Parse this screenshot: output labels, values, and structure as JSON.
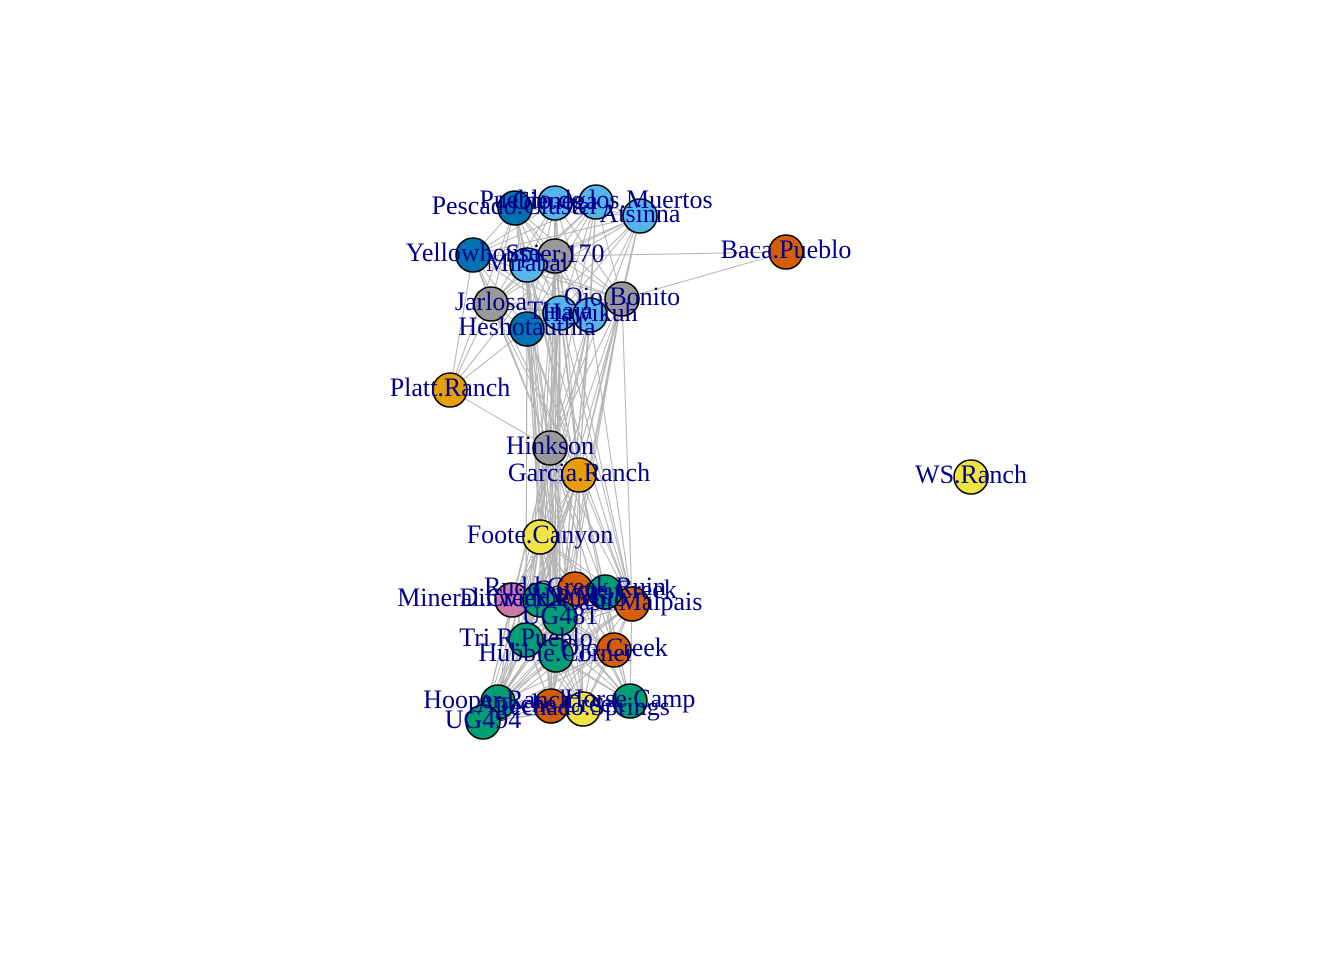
{
  "network": {
    "label_color": "#00008b",
    "edge_color": "#b3b3b3",
    "nodes": [
      {
        "id": "Pueblo.de.los.Muertos",
        "label": "Pueblo.de.los.Muertos",
        "color": "#56b4e9"
      },
      {
        "id": "Pescado.Cluster",
        "label": "Pescado.Cluster",
        "color": "#0072b2"
      },
      {
        "id": "Cienega",
        "label": "Cienega",
        "color": "#56b4e9"
      },
      {
        "id": "Atsinna",
        "label": "Atsinna",
        "color": "#56b4e9"
      },
      {
        "id": "Spier.170",
        "label": "Spier.170",
        "color": "#999999"
      },
      {
        "id": "Yellowhouse",
        "label": "Yellowhouse",
        "color": "#0072b2"
      },
      {
        "id": "Ojo.Bonito",
        "label": "Ojo.Bonito",
        "color": "#999999"
      },
      {
        "id": "Mirabal",
        "label": "Mirabal",
        "color": "#56b4e9"
      },
      {
        "id": "Jarlosa",
        "label": "Jarlosa",
        "color": "#999999"
      },
      {
        "id": "Tinaja",
        "label": "Tinaja",
        "color": "#56b4e9"
      },
      {
        "id": "Hawikuh",
        "label": "Hawikuh",
        "color": "#56b4e9"
      },
      {
        "id": "Heshotauthla",
        "label": "Heshotauthla",
        "color": "#0072b2"
      },
      {
        "id": "Baca.Pueblo",
        "label": "Baca.Pueblo",
        "color": "#d55e00"
      },
      {
        "id": "Platt.Ranch",
        "label": "Platt.Ranch",
        "color": "#e69f00"
      },
      {
        "id": "Hinkson",
        "label": "Hinkson",
        "color": "#999999"
      },
      {
        "id": "Garcia.Ranch",
        "label": "Garcia.Ranch",
        "color": "#e69f00"
      },
      {
        "id": "WS.Ranch",
        "label": "WS.Ranch",
        "color": "#f0e442"
      },
      {
        "id": "Foote.Canyon",
        "label": "Foote.Canyon",
        "color": "#f0e442"
      },
      {
        "id": "Rudd.Creek.Ruin",
        "label": "Rudd.Creek.Ruin",
        "color": "#d55e00"
      },
      {
        "id": "Mineral.Creek.Pueblo",
        "label": "Mineral.Creek.Pueblo",
        "color": "#cc79a7"
      },
      {
        "id": "Casa.Malpais",
        "label": "Casa.Malpais",
        "color": "#d55e00"
      },
      {
        "id": "Coyote.Creek",
        "label": "Coyote.Creek",
        "color": "#009e73"
      },
      {
        "id": "Dinwiddie.Mill",
        "label": "Dinwiddie.Mill",
        "color": "#009e73"
      },
      {
        "id": "UG481",
        "label": "UG481",
        "color": "#009e73"
      },
      {
        "id": "Tri.R.Pueblo",
        "label": "Tri.R.Pueblo",
        "color": "#009e73"
      },
      {
        "id": "Hubble.Corner",
        "label": "Hubble.Corner",
        "color": "#009e73"
      },
      {
        "id": "Ojo.Creek",
        "label": "Ojo.Creek",
        "color": "#d55e00"
      },
      {
        "id": "Hooper.Ranch",
        "label": "Hooper.Ranch",
        "color": "#009e73"
      },
      {
        "id": "Apache.Creek",
        "label": "Apache.Creek",
        "color": "#d55e00"
      },
      {
        "id": "Techado.Springs",
        "label": "Techado.Springs",
        "color": "#f0e442"
      },
      {
        "id": "Horse.Camp",
        "label": "Horse.Camp",
        "color": "#009e73"
      },
      {
        "id": "UG494",
        "label": "UG494",
        "color": "#009e73"
      }
    ]
  }
}
